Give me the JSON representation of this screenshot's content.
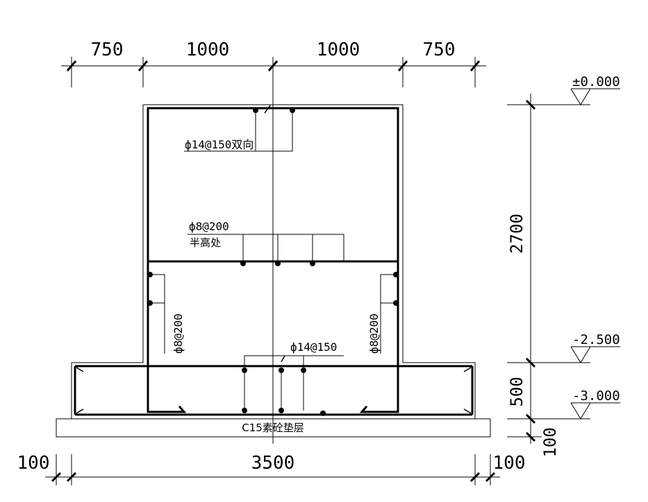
{
  "dimensions_top": [
    "750",
    "1000",
    "1000",
    "750"
  ],
  "dimensions_bottom": {
    "left_offset": "100",
    "width": "3500",
    "right_offset": "100"
  },
  "dimensions_right": {
    "wall_height": "2700",
    "base_thickness": "500",
    "cushion_thickness": "100"
  },
  "elevations": {
    "top": "±0.000",
    "mid": "-2.500",
    "bottom": "-3.000"
  },
  "rebar_labels": {
    "top_slab": "ф14@150双向",
    "mid_slab": "ф8@200",
    "mid_slab_note": "半高处",
    "wall_left": "ф8@200",
    "wall_right": "ф8@200",
    "base": "ф14@150"
  },
  "cushion_label": "C15素砼垫层"
}
